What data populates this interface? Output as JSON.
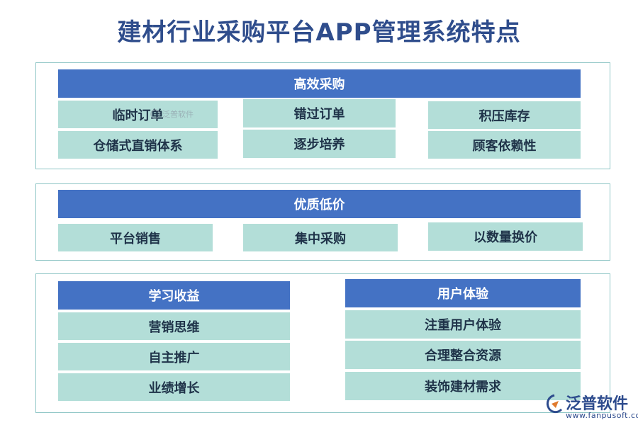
{
  "title": "建材行业采购平台APP管理系统特点",
  "sections": [
    {
      "header": "高效采购",
      "items": [
        "临时订单",
        "错过订单",
        "积压库存",
        "仓储式直销体系",
        "逐步培养",
        "顾客依赖性"
      ]
    },
    {
      "header": "优质低价",
      "items": [
        "平台销售",
        "集中采购",
        "以数量换价"
      ]
    },
    {
      "left": {
        "header": "学习收益",
        "items": [
          "营销思维",
          "自主推广",
          "业绩增长"
        ]
      },
      "right": {
        "header": "用户体验",
        "items": [
          "注重用户体验",
          "合理整合资源",
          "装饰建材需求"
        ]
      }
    }
  ],
  "watermark": "泛普软件",
  "logo": {
    "name": "泛普软件",
    "url": "www.fanpusoft.com"
  },
  "colors": {
    "title": "#2f4d8c",
    "header": "#4472c4",
    "cell": "#b3ded8",
    "border": "#8fc6c6"
  }
}
